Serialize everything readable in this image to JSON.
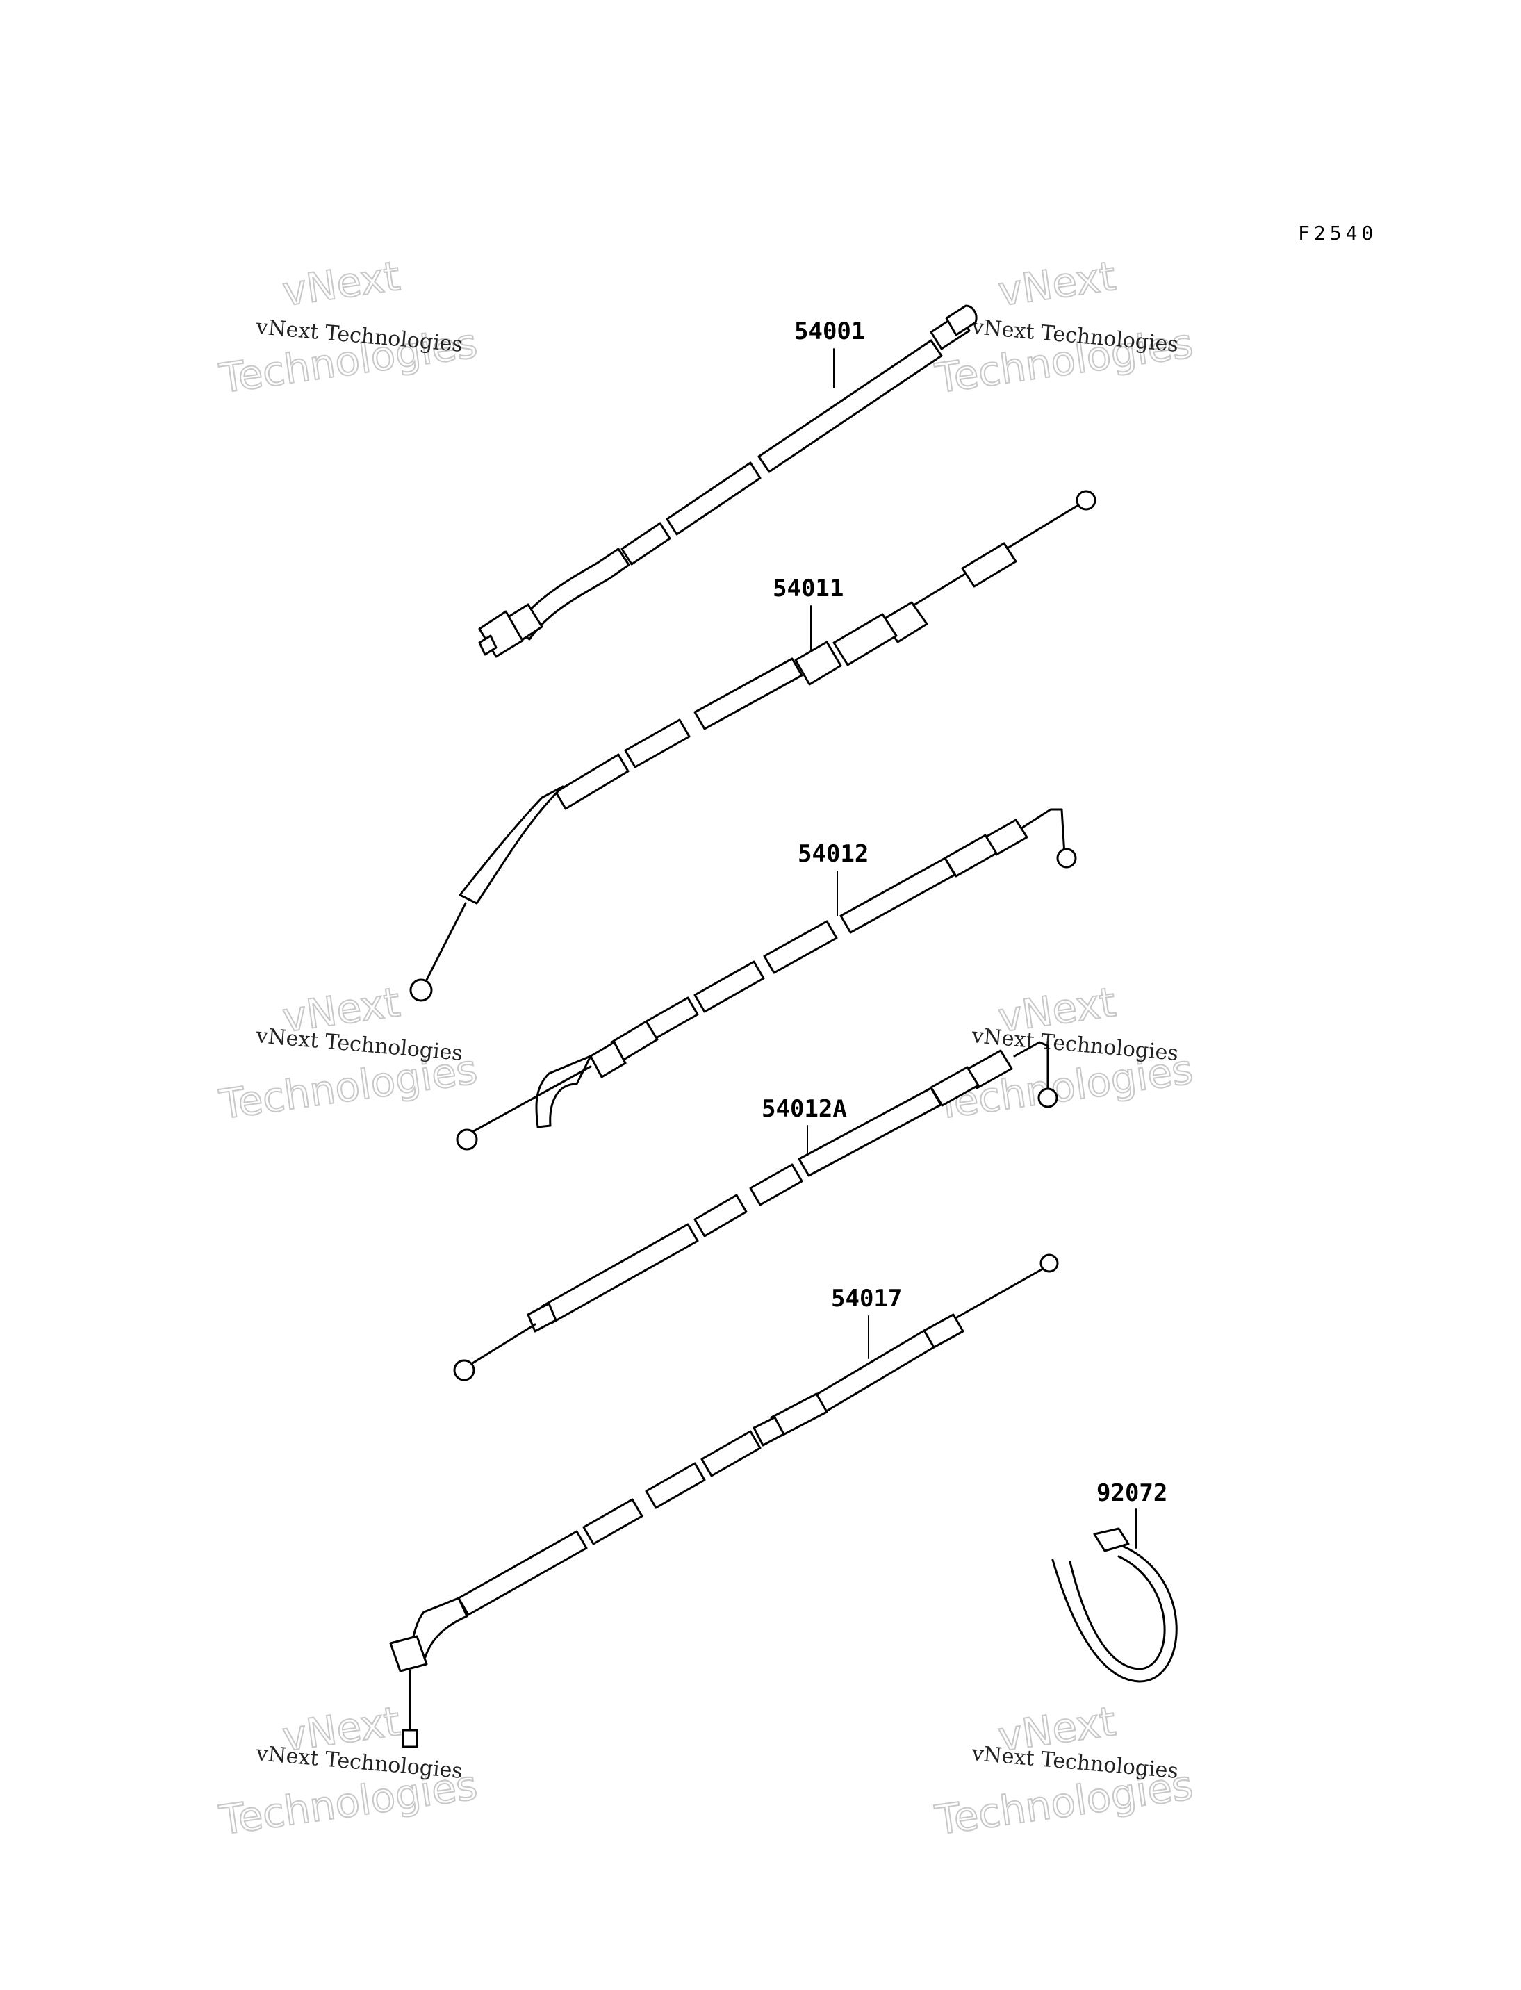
{
  "figure_code": "F2540",
  "watermark": {
    "small": "vNext Technologies",
    "big1": "vNext",
    "big2": "Technologies"
  },
  "parts": [
    {
      "id": "54001"
    },
    {
      "id": "54011"
    },
    {
      "id": "54012"
    },
    {
      "id": "54012A"
    },
    {
      "id": "54017"
    },
    {
      "id": "92072"
    }
  ]
}
